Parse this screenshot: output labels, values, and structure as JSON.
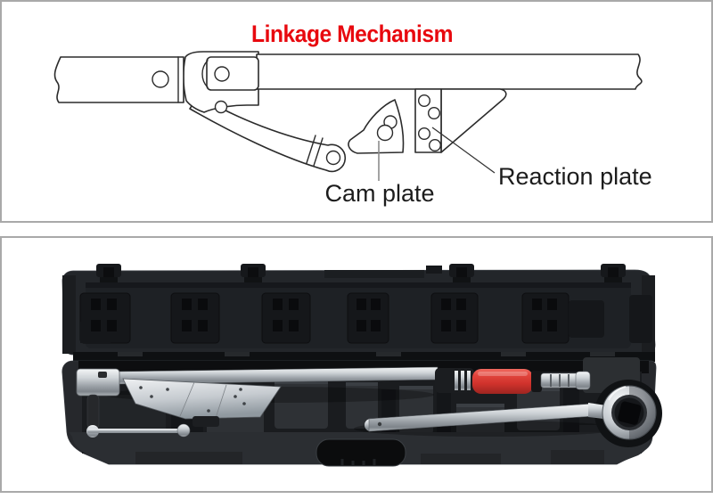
{
  "diagram": {
    "title": "Linkage Mechanism",
    "title_color": "#e8090f",
    "line_color": "#2b2b2b",
    "labels": {
      "cam_plate": "Cam plate",
      "reaction_plate": "Reaction plate"
    }
  },
  "photo": {
    "colors": {
      "case_dark": "#212428",
      "tray": "#26282c",
      "recess_dark": "#15171a",
      "chrome_light": "#f4f6f7",
      "chrome_dark": "#878d93",
      "grip_red": "#d63730"
    }
  }
}
